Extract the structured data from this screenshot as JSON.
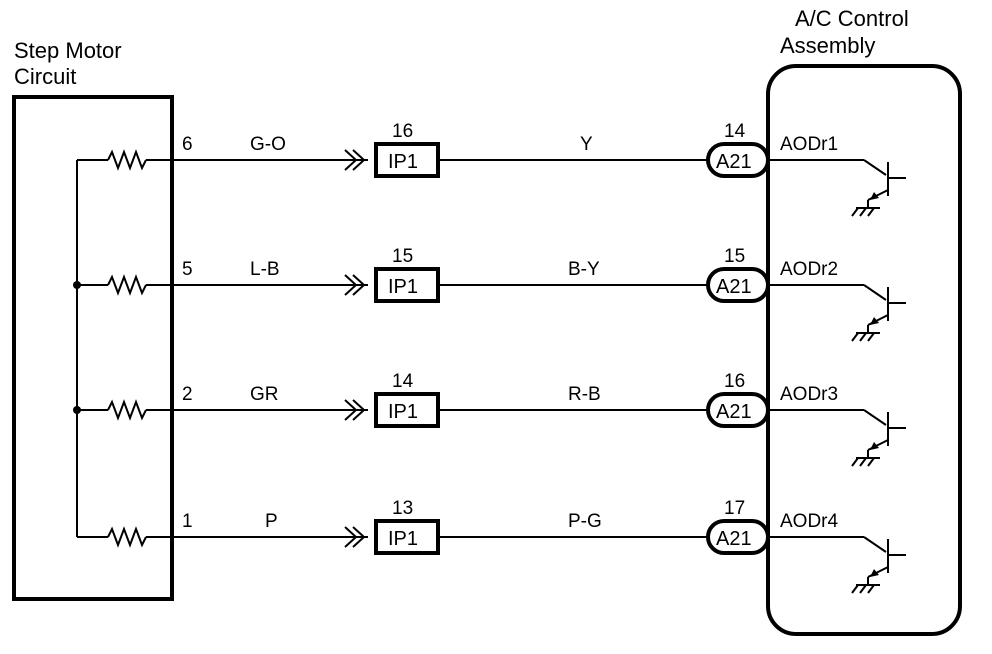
{
  "left_block": {
    "title_line1": "Step Motor",
    "title_line2": "Circuit"
  },
  "right_block": {
    "title_line1": "A/C Control",
    "title_line2": "Assembly"
  },
  "circuits": [
    {
      "pin": "6",
      "color_left": "G-O",
      "ip_pin": "16",
      "ip_label": "IP1",
      "color_right": "Y",
      "a_pin": "14",
      "a_label": "A21",
      "signal": "AODr1"
    },
    {
      "pin": "5",
      "color_left": "L-B",
      "ip_pin": "15",
      "ip_label": "IP1",
      "color_right": "B-Y",
      "a_pin": "15",
      "a_label": "A21",
      "signal": "AODr2"
    },
    {
      "pin": "2",
      "color_left": "GR",
      "ip_pin": "14",
      "ip_label": "IP1",
      "color_right": "R-B",
      "a_pin": "16",
      "a_label": "A21",
      "signal": "AODr3"
    },
    {
      "pin": "1",
      "color_left": "P",
      "ip_pin": "13",
      "ip_label": "IP1",
      "color_right": "P-G",
      "a_pin": "17",
      "a_label": "A21",
      "signal": "AODr4"
    }
  ]
}
